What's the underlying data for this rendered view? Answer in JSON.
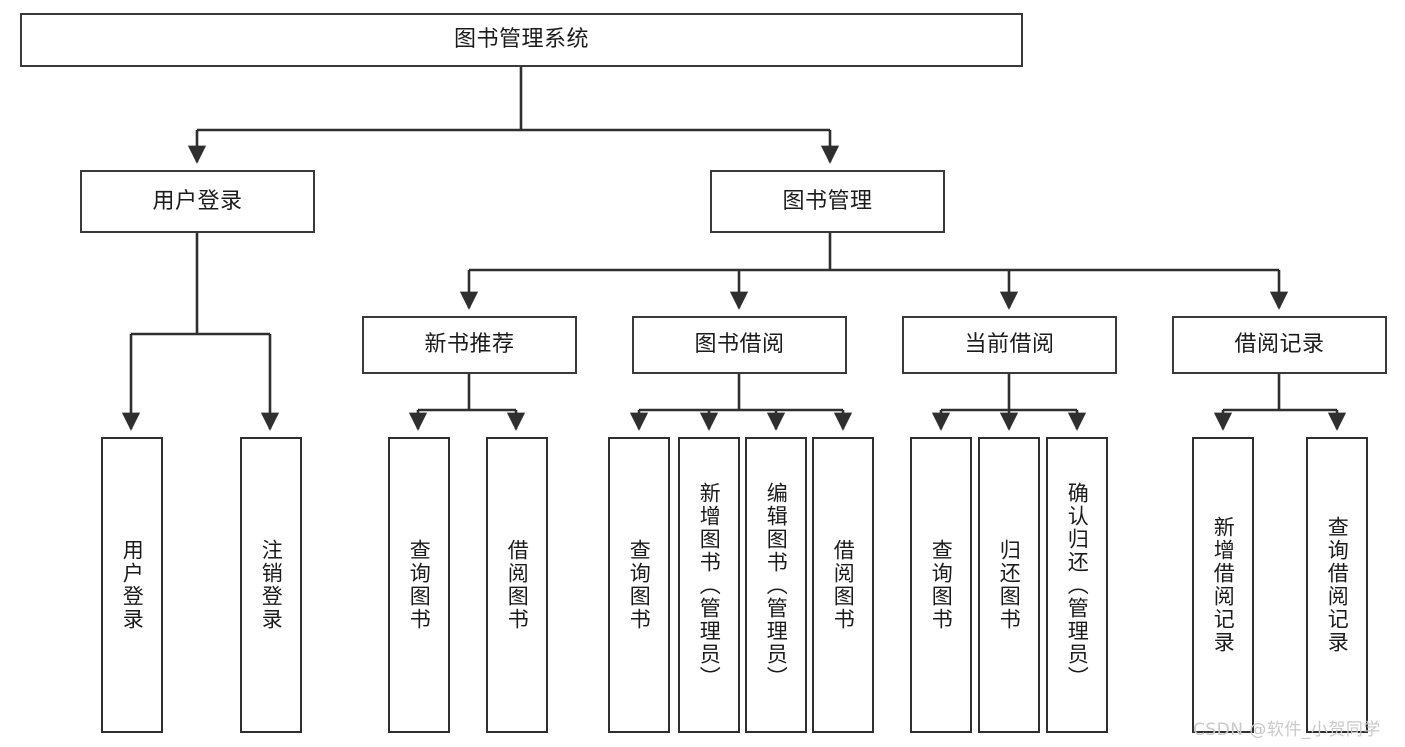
{
  "diagram": {
    "title": "图书管理系统",
    "kind": "功能结构图",
    "colors": {
      "box_border": "#3a3a3a",
      "box_fill": "#ffffff",
      "connector": "#2f2f2f",
      "text": "#1b1b1b",
      "watermark": "#c9c9c9",
      "background": "#ffffff"
    },
    "root": {
      "label": "图书管理系统"
    },
    "level2": [
      {
        "label": "用户登录"
      },
      {
        "label": "图书管理"
      }
    ],
    "level3": [
      {
        "label": "新书推荐"
      },
      {
        "label": "图书借阅"
      },
      {
        "label": "当前借阅"
      },
      {
        "label": "借阅记录"
      }
    ],
    "leaves": {
      "user_login": [
        {
          "label": "用户登录"
        },
        {
          "label": "注销登录"
        }
      ],
      "new_book": [
        {
          "label": "查询图书"
        },
        {
          "label": "借阅图书"
        }
      ],
      "book_borrow": [
        {
          "label": "查询图书"
        },
        {
          "label": "新增图书（管理员）"
        },
        {
          "label": "编辑图书（管理员）"
        },
        {
          "label": "借阅图书"
        }
      ],
      "current_borrow": [
        {
          "label": "查询图书"
        },
        {
          "label": "归还图书"
        },
        {
          "label": "确认归还（管理员）"
        }
      ],
      "borrow_record": [
        {
          "label": "新增借阅记录"
        },
        {
          "label": "查询借阅记录"
        }
      ]
    },
    "watermark": "CSDN @软件_小贺同学"
  }
}
